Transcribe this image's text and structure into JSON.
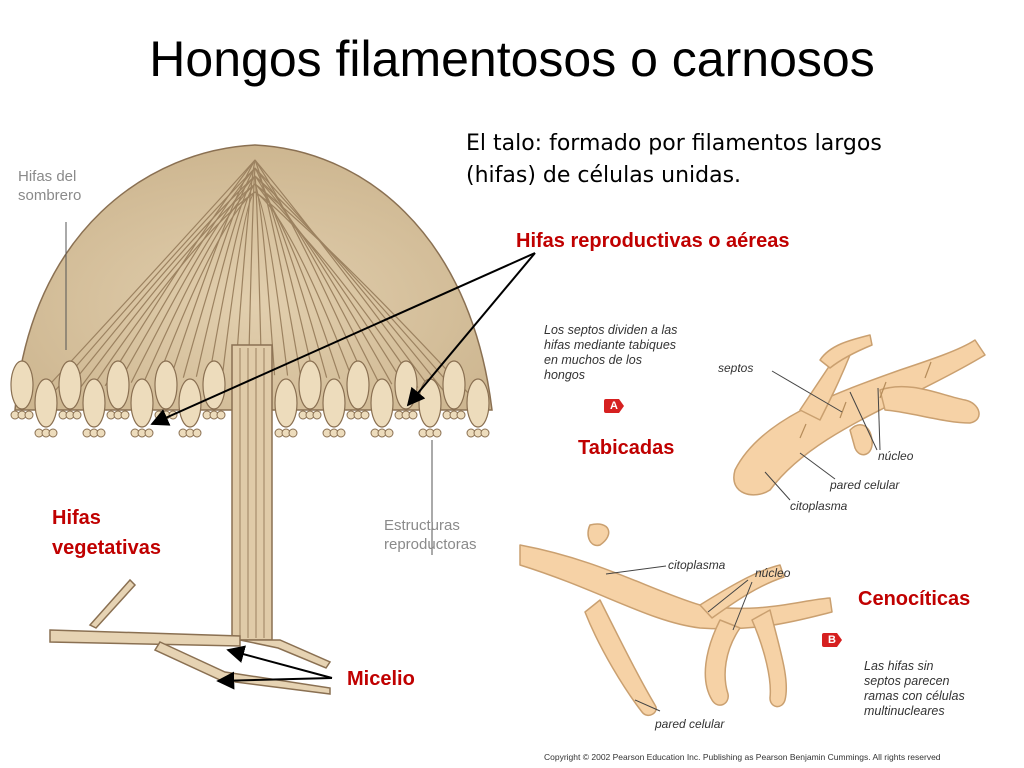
{
  "title": "Hongos filamentosos o carnosos",
  "intro": {
    "line1": "El talo: formado por filamentos largos",
    "line2": "(hifas) de células unidas."
  },
  "labels": {
    "aerial": "Hifas reproductivas o aéreas",
    "vegetative_1": "Hifas",
    "vegetative_2": "vegetativas",
    "mycelium": "Micelio",
    "septate": "Tabicadas",
    "coenocytic": "Cenocíticas"
  },
  "figure_labels": {
    "cap_hyphae_1": "Hifas del",
    "cap_hyphae_2": "sombrero",
    "repro_1": "Estructuras",
    "repro_2": "reproductoras"
  },
  "panel_a": {
    "badge": "A",
    "caption": [
      "Los septos dividen a las",
      "hifas mediante tabiques",
      "en muchos de los",
      "hongos"
    ],
    "septos": "septos",
    "nucleo": "núcleo",
    "pared": "pared celular",
    "citoplasma": "citoplasma"
  },
  "panel_b": {
    "badge": "B",
    "caption": [
      "Las hifas sin",
      "septos parecen",
      "ramas con células",
      "multinucleares"
    ],
    "citoplasma": "citoplasma",
    "nucleo": "núcleo",
    "pared": "pared celular"
  },
  "copyright": "Copyright © 2002 Pearson Education Inc. Publishing as Pearson Benjamin Cummings. All rights reserved",
  "colors": {
    "accent_red": "#c00000",
    "hypha_fill": "#f0d9b5",
    "hypha_stroke": "#8a7052",
    "septate_fill": "#f6d2a6",
    "badge_red": "#d62020"
  }
}
